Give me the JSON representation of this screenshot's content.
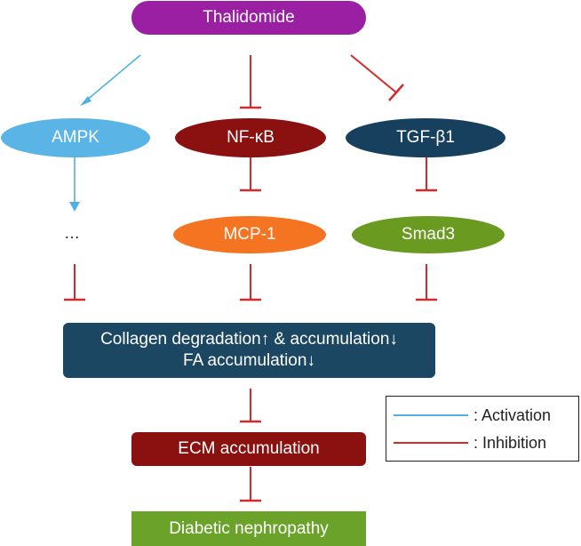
{
  "nodes": {
    "thalidomide": "Thalidomide",
    "ampk": "AMPK",
    "nfkb": "NF-κB",
    "tgfb1": "TGF-β1",
    "ellipsis": "…",
    "mcp1": "MCP-1",
    "smad3": "Smad3",
    "collagen_line1": "Collagen degradation↑ & accumulation↓",
    "collagen_line2": "FA accumulation↓",
    "ecm": "ECM accumulation",
    "nephropathy": "Diabetic nephropathy"
  },
  "legend": {
    "activation": ": Activation",
    "inhibition": ": Inhibition"
  },
  "colors": {
    "thalidomide": "#9b1fa3",
    "ampk": "#5ab4e6",
    "nfkb": "#8b1010",
    "tgfb1": "#17405f",
    "mcp1": "#f47421",
    "smad3": "#6a9a1f",
    "collagen": "#1b4763",
    "ecm": "#8b1010",
    "nephropathy": "#6aa22a",
    "activation": "#4fb1e3",
    "inhibition": "#d42a2a"
  }
}
